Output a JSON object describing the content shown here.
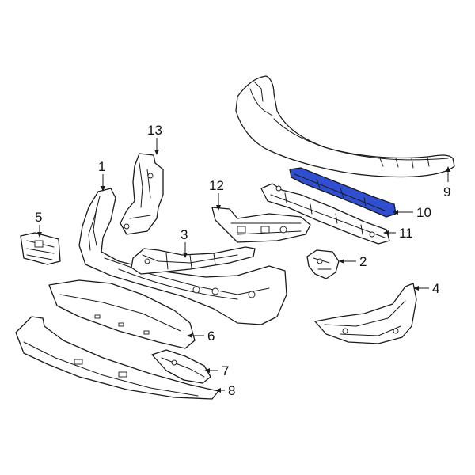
{
  "diagram": {
    "highlight_color": "#2f4fd0",
    "highlighted_part": "10",
    "callouts": {
      "c1": "1",
      "c2": "2",
      "c3": "3",
      "c4": "4",
      "c5": "5",
      "c6": "6",
      "c7": "7",
      "c8": "8",
      "c9": "9",
      "c10": "10",
      "c11": "11",
      "c12": "12",
      "c13": "13"
    }
  }
}
